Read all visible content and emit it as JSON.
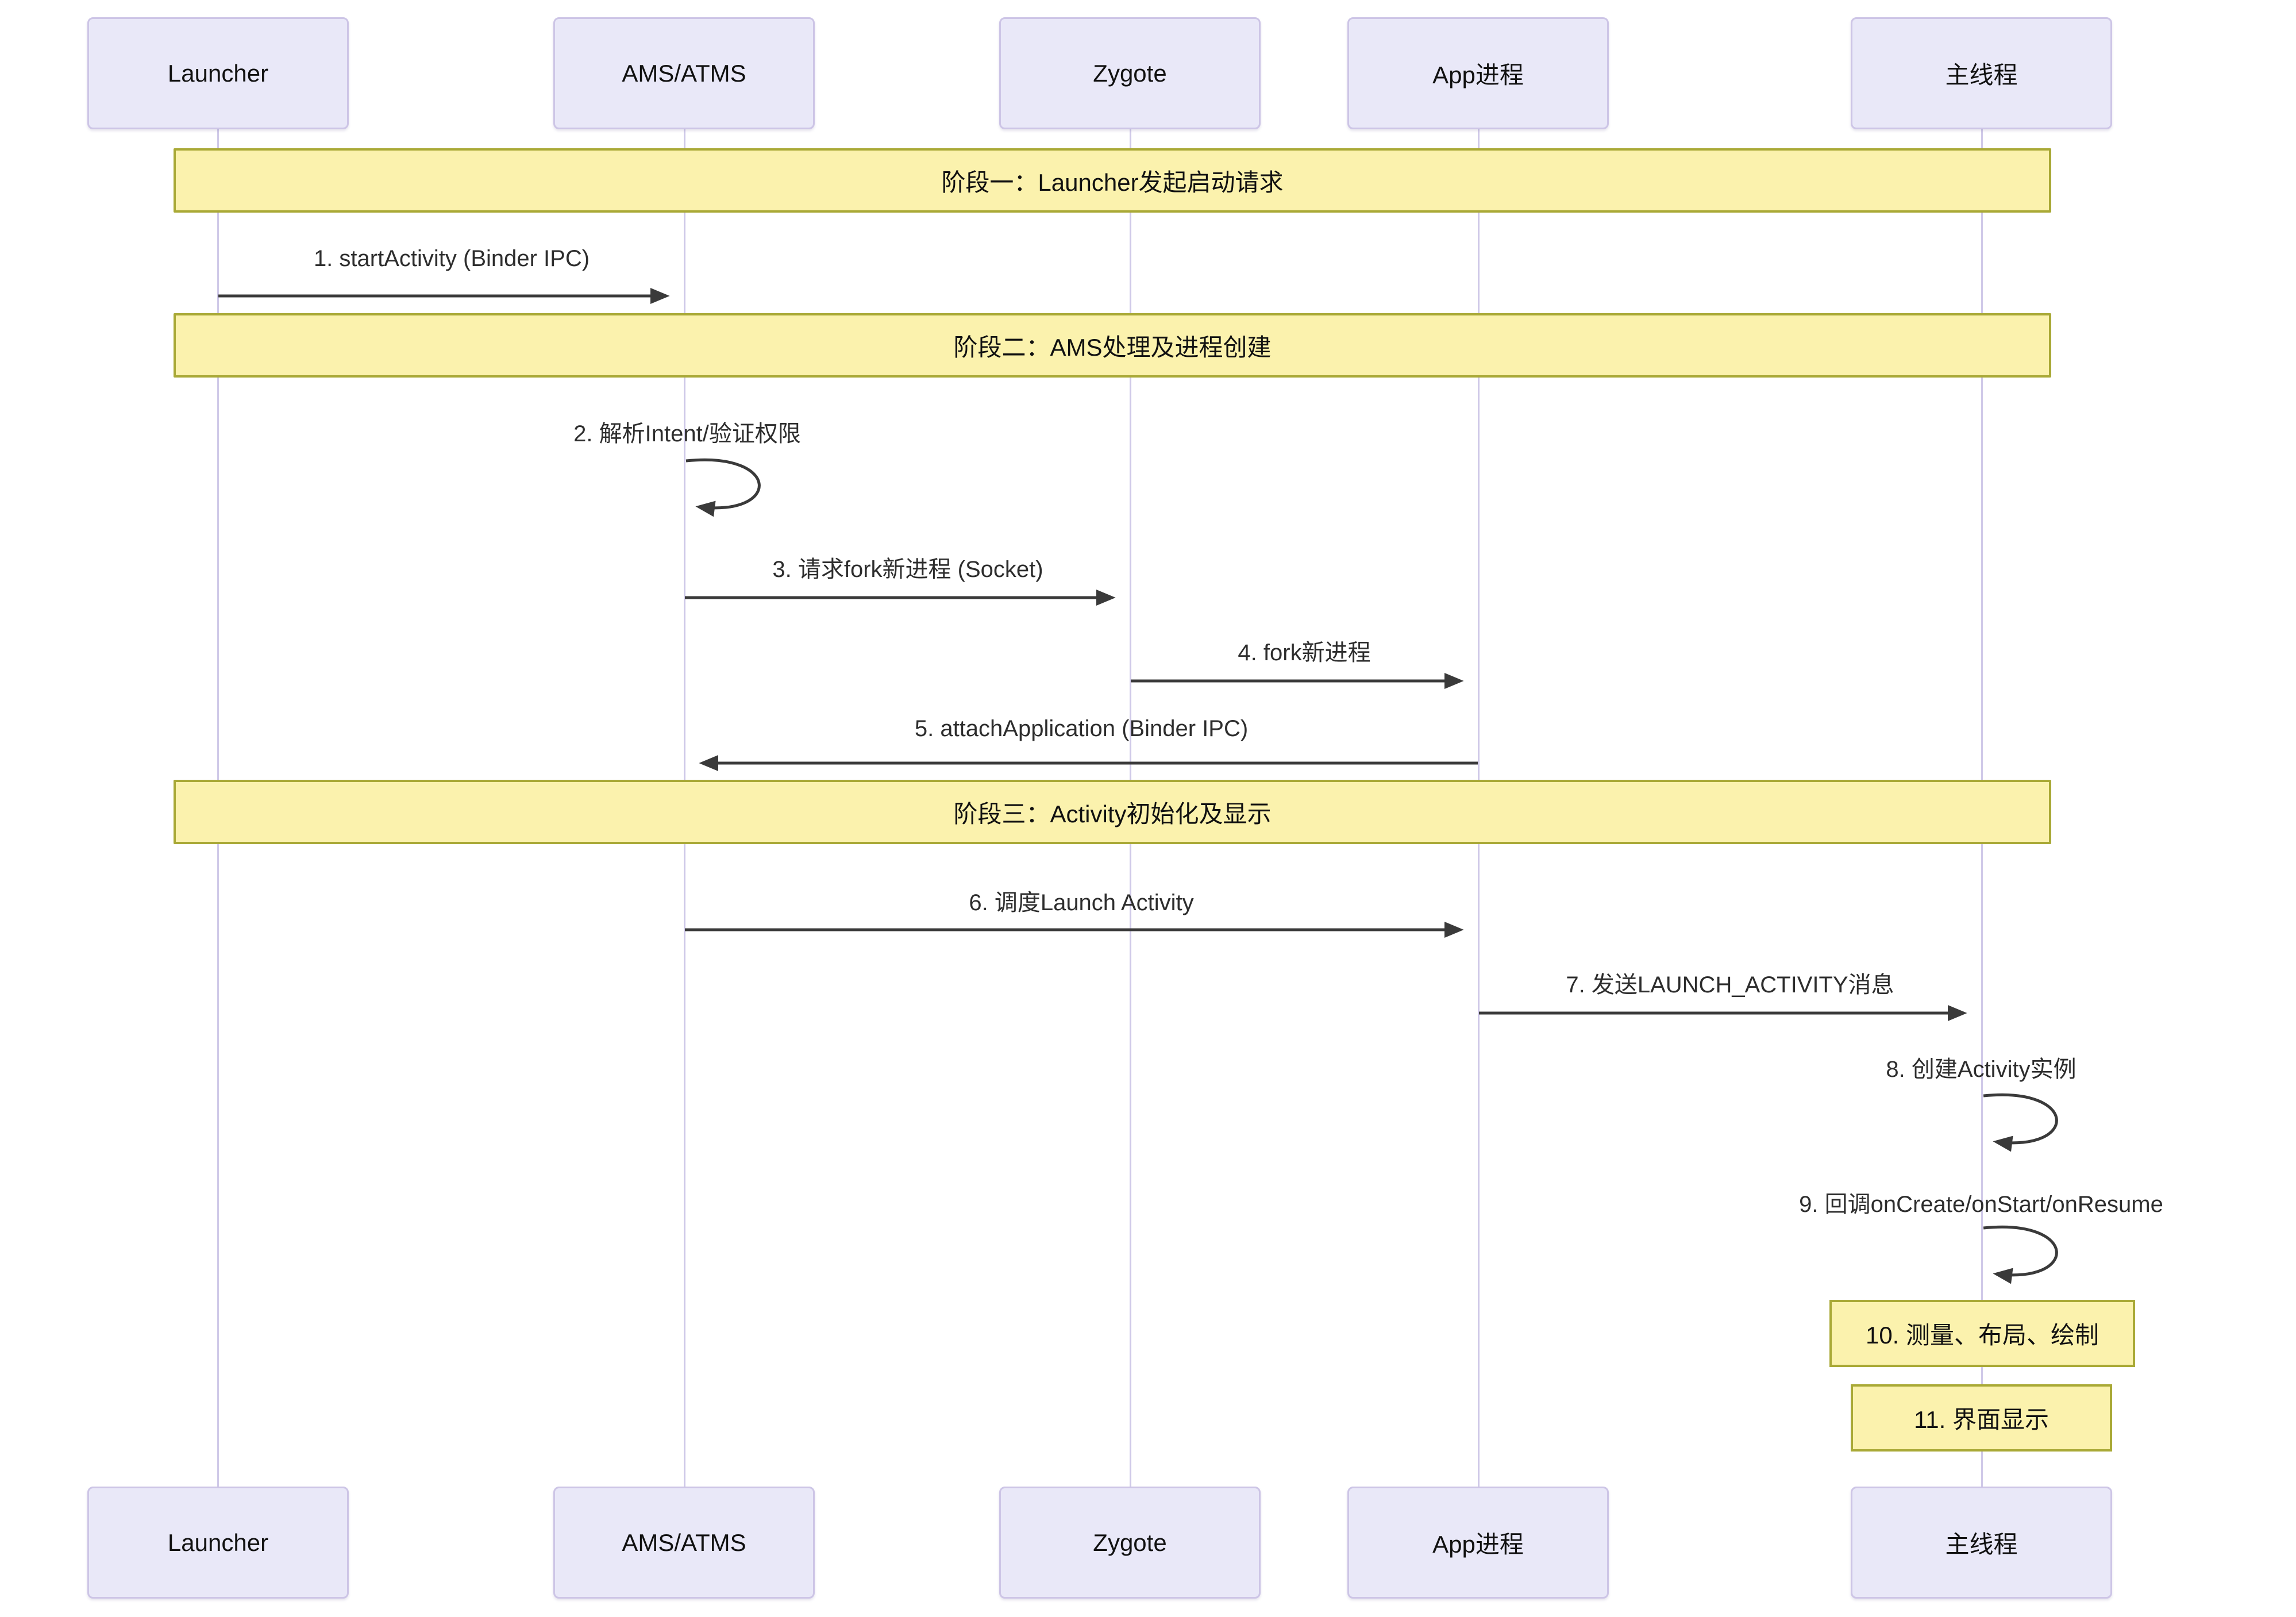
{
  "participants": [
    {
      "label": "Launcher"
    },
    {
      "label": "AMS/ATMS"
    },
    {
      "label": "Zygote"
    },
    {
      "label": "App进程"
    },
    {
      "label": "主线程"
    }
  ],
  "phases": [
    {
      "label": "阶段一：Launcher发起启动请求"
    },
    {
      "label": "阶段二：AMS处理及进程创建"
    },
    {
      "label": "阶段三：Activity初始化及显示"
    }
  ],
  "messages": [
    {
      "label": "1. startActivity (Binder IPC)",
      "from": "Launcher",
      "to": "AMS/ATMS",
      "kind": "arrow"
    },
    {
      "label": "2. 解析Intent/验证权限",
      "from": "AMS/ATMS",
      "to": "AMS/ATMS",
      "kind": "self-loop"
    },
    {
      "label": "3. 请求fork新进程 (Socket)",
      "from": "AMS/ATMS",
      "to": "Zygote",
      "kind": "arrow"
    },
    {
      "label": "4. fork新进程",
      "from": "Zygote",
      "to": "App进程",
      "kind": "arrow"
    },
    {
      "label": "5. attachApplication (Binder IPC)",
      "from": "App进程",
      "to": "AMS/ATMS",
      "kind": "arrow"
    },
    {
      "label": "6. 调度Launch Activity",
      "from": "AMS/ATMS",
      "to": "App进程",
      "kind": "arrow"
    },
    {
      "label": "7. 发送LAUNCH_ACTIVITY消息",
      "from": "App进程",
      "to": "主线程",
      "kind": "arrow"
    },
    {
      "label": "8. 创建Activity实例",
      "from": "主线程",
      "to": "主线程",
      "kind": "self-loop"
    },
    {
      "label": "9. 回调onCreate/onStart/onResume",
      "from": "主线程",
      "to": "主线程",
      "kind": "self-loop"
    }
  ],
  "notes": [
    {
      "label": "10. 测量、布局、绘制",
      "over": "主线程"
    },
    {
      "label": "11. 界面显示",
      "over": "主线程"
    }
  ],
  "colors": {
    "participant_fill": "#e9e8f8",
    "participant_border": "#cdc5e6",
    "phase_fill": "#fbf2ad",
    "phase_border": "#a9a936",
    "note_fill": "#fbf2ad",
    "note_border": "#a9a936",
    "lifeline": "#cfc9e8",
    "arrow": "#3a3a3a",
    "text": "#1f1f1f"
  }
}
